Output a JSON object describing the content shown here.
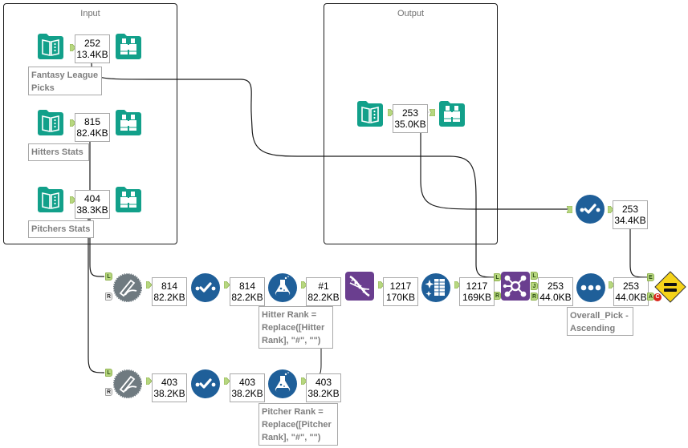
{
  "containers": {
    "input": {
      "title": "Input"
    },
    "output": {
      "title": "Output"
    }
  },
  "colors": {
    "io_teal": "#12a08a",
    "prep_blue": "#1f5f99",
    "join_purple": "#6a3e8f",
    "parse_purple": "#6a3e8f",
    "auto_gray": "#6f7a80",
    "test_yellow": "#f5d31a",
    "anchor_green": "#b7d780"
  },
  "tools": [
    {
      "id": "input-fantasy",
      "icon": "input-data-icon",
      "records": "252",
      "size": "13.4KB",
      "annotation": "Fantasy League Picks"
    },
    {
      "id": "browse-fantasy",
      "icon": "browse-icon"
    },
    {
      "id": "input-hitters",
      "icon": "input-data-icon",
      "records": "815",
      "size": "82.4KB",
      "annotation": "Hitters Stats"
    },
    {
      "id": "browse-hitters",
      "icon": "browse-icon"
    },
    {
      "id": "input-pitchers",
      "icon": "input-data-icon",
      "records": "404",
      "size": "38.3KB",
      "annotation": "Pitchers Stats"
    },
    {
      "id": "browse-pitchers",
      "icon": "browse-icon"
    },
    {
      "id": "output-input",
      "icon": "input-data-icon",
      "records": "253",
      "size": "35.0KB"
    },
    {
      "id": "output-browse",
      "icon": "browse-icon"
    },
    {
      "id": "select-top",
      "icon": "select-icon",
      "records": "253",
      "size": "34.4KB"
    },
    {
      "id": "autofield-hitters",
      "icon": "auto-field-icon",
      "records": "814",
      "size": "82.2KB"
    },
    {
      "id": "select-hitters",
      "icon": "select-icon",
      "records": "814",
      "size": "82.2KB"
    },
    {
      "id": "formula-hitters",
      "icon": "formula-icon",
      "records": "#1",
      "size": "82.2KB",
      "annotation": "Hitter Rank = Replace([Hitter Rank], \"#\", \"\")"
    },
    {
      "id": "union",
      "icon": "dna-union-icon",
      "records": "1217",
      "size": "170KB"
    },
    {
      "id": "multirow",
      "icon": "sparkle-table-icon",
      "records": "1217",
      "size": "169KB"
    },
    {
      "id": "join",
      "icon": "join-icon",
      "records": "253",
      "size": "44.0KB"
    },
    {
      "id": "sort",
      "icon": "sort-icon",
      "records": "253",
      "size": "44.0KB",
      "annotation": "Overall_Pick - Ascending"
    },
    {
      "id": "test",
      "icon": "test-icon"
    },
    {
      "id": "autofield-pitchers",
      "icon": "auto-field-icon",
      "records": "403",
      "size": "38.2KB"
    },
    {
      "id": "select-pitchers",
      "icon": "select-icon",
      "records": "403",
      "size": "38.2KB"
    },
    {
      "id": "formula-pitchers",
      "icon": "formula-icon",
      "records": "403",
      "size": "38.2KB",
      "annotation": "Pitcher Rank = Replace([Pitcher Rank], \"#\", \"\")"
    }
  ],
  "anchors": {
    "left": "L",
    "right": "R",
    "join": "J",
    "expected": "E",
    "actual": "A",
    "c_badge": "C"
  },
  "annotations": {
    "fantasy": [
      "Fantasy League",
      "Picks"
    ],
    "hitters": [
      "Hitters Stats"
    ],
    "pitchers": [
      "Pitchers Stats"
    ],
    "hitter_formula": [
      "Hitter Rank =",
      "Replace([Hitter",
      "Rank], \"#\", \"\")"
    ],
    "pitcher_formula": [
      "Pitcher Rank =",
      "Replace([Pitcher",
      "Rank], \"#\", \"\")"
    ],
    "sort": [
      "Overall_Pick -",
      "Ascending"
    ]
  },
  "records": {
    "fantasy": [
      "252",
      "13.4KB"
    ],
    "hitters": [
      "815",
      "82.4KB"
    ],
    "pitchers": [
      "404",
      "38.3KB"
    ],
    "output_in": [
      "253",
      "35.0KB"
    ],
    "select_top": [
      "253",
      "34.4KB"
    ],
    "auto_h": [
      "814",
      "82.2KB"
    ],
    "select_h": [
      "814",
      "82.2KB"
    ],
    "formula_h": [
      "#1",
      "82.2KB"
    ],
    "union": [
      "1217",
      "170KB"
    ],
    "multirow": [
      "1217",
      "169KB"
    ],
    "join": [
      "253",
      "44.0KB"
    ],
    "sort": [
      "253",
      "44.0KB"
    ],
    "auto_p": [
      "403",
      "38.2KB"
    ],
    "select_p": [
      "403",
      "38.2KB"
    ],
    "formula_p": [
      "403",
      "38.2KB"
    ]
  }
}
